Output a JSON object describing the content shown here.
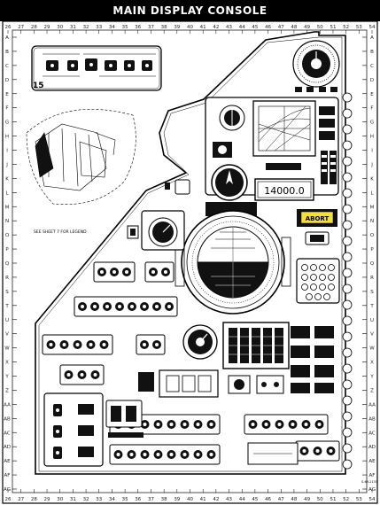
{
  "title": "MAIN DISPLAY CONSOLE",
  "top_ruler": [
    "26",
    "27",
    "28",
    "29",
    "30",
    "31",
    "32",
    "33",
    "34",
    "35",
    "36",
    "37",
    "38",
    "39",
    "40",
    "41",
    "42",
    "43",
    "44",
    "45",
    "46",
    "47",
    "48",
    "49",
    "50",
    "51",
    "52",
    "53",
    "54"
  ],
  "bottom_ruler": [
    "26",
    "27",
    "28",
    "29",
    "30",
    "31",
    "32",
    "33",
    "34",
    "35",
    "36",
    "37",
    "38",
    "39",
    "40",
    "41",
    "42",
    "43",
    "44",
    "45",
    "46",
    "47",
    "48",
    "49",
    "50",
    "51",
    "52",
    "53",
    "54"
  ],
  "left_ruler": [
    "A",
    "B",
    "C",
    "D",
    "E",
    "F",
    "G",
    "H",
    "I",
    "J",
    "K",
    "L",
    "M",
    "N",
    "O",
    "P",
    "Q",
    "R",
    "S",
    "T",
    "U",
    "V",
    "W",
    "X",
    "Y",
    "Z",
    "AA",
    "AB",
    "AC",
    "AD",
    "AE",
    "AF",
    "AG"
  ],
  "right_ruler": [
    "A",
    "B",
    "C",
    "D",
    "E",
    "F",
    "G",
    "H",
    "I",
    "J",
    "K",
    "L",
    "M",
    "N",
    "O",
    "P",
    "Q",
    "R",
    "S",
    "T",
    "U",
    "V",
    "W",
    "X",
    "Y",
    "Z",
    "AA",
    "AB",
    "AC",
    "AD",
    "AE",
    "AF",
    "AG"
  ],
  "panel_number": "15",
  "legend_note": "SEE SHEET 7 FOR LEGEND",
  "digital_readout": "14000.0",
  "abort_label": "ABORT",
  "drawing_code": "S-69-2133"
}
